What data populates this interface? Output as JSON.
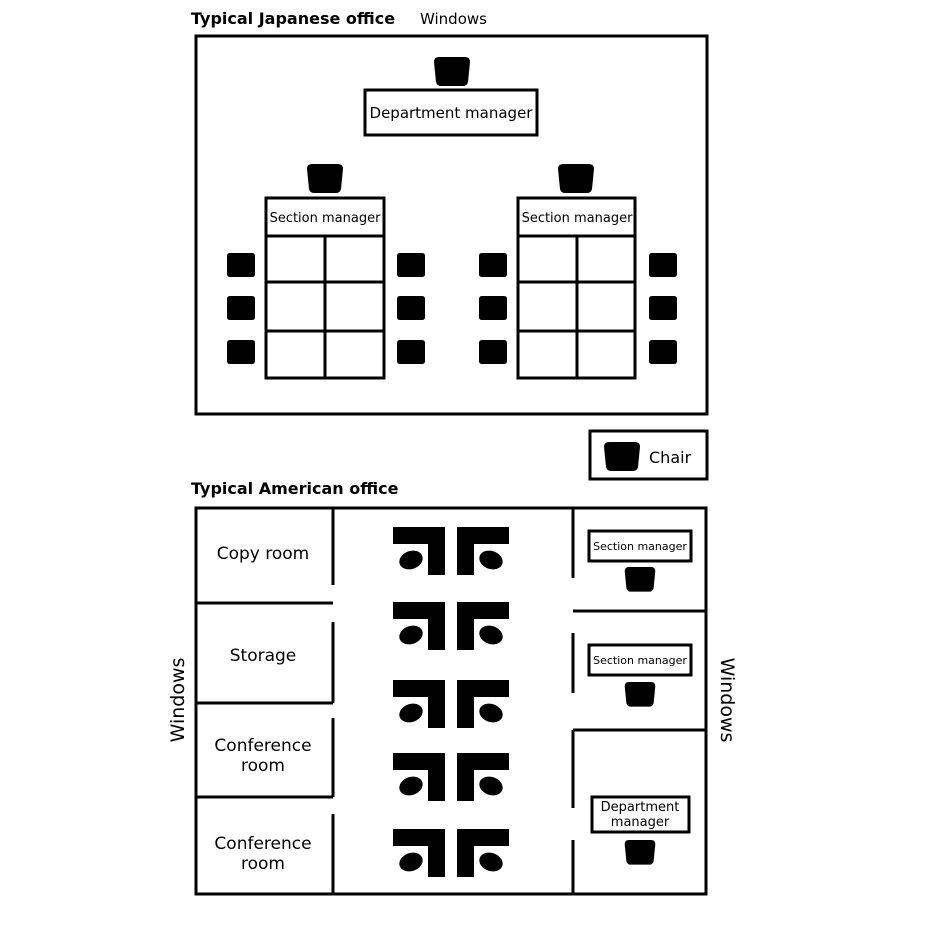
{
  "colors": {
    "ink": "#000000",
    "paper": "#ffffff"
  },
  "icons": {
    "chair": "chair-icon",
    "cubicle": "cubicle-desk-icon"
  },
  "japanese": {
    "title": "Typical Japanese office",
    "windows_label": "Windows",
    "department_manager": "Department manager",
    "section_manager_left": "Section manager",
    "section_manager_right": "Section manager"
  },
  "legend": {
    "chair_label": "Chair"
  },
  "american": {
    "title": "Typical American office",
    "windows_left": "Windows",
    "windows_right": "Windows",
    "rooms": {
      "copy_room": "Copy room",
      "storage": "Storage",
      "conference1_line1": "Conference",
      "conference1_line2": "room",
      "conference2_line1": "Conference",
      "conference2_line2": "room"
    },
    "offices": {
      "section_manager_1": "Section manager",
      "section_manager_2": "Section manager",
      "department_manager_line1": "Department",
      "department_manager_line2": "manager"
    }
  }
}
